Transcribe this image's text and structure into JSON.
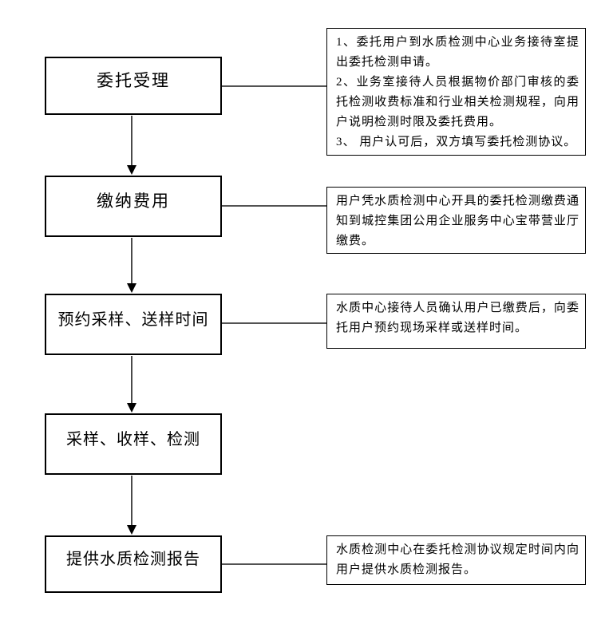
{
  "page": {
    "background_color": "#ffffff",
    "text_color": "#000000",
    "box_border_color": "#000000",
    "arrow_line_color": "#4a4a4a",
    "connector_line_color": "#1a1a1a"
  },
  "flowchart": {
    "steps": [
      {
        "label": "委托受理",
        "notes": [
          "1、委托用户到水质检测中心业务接待室提出委托检测申请。",
          "2、业务室接待人员根据物价部门审核的委托检测收费标准和行业相关检测规程，向用户说明检测时限及委托费用。",
          "3、 用户认可后，双方填写委托检测协议。"
        ]
      },
      {
        "label": "缴纳费用",
        "notes": [
          "用户凭水质检测中心开具的委托检测缴费通知到城控集团公用企业服务中心宝带营业厅缴费。"
        ]
      },
      {
        "label": "预约采样、送样时间",
        "notes": [
          "水质中心接待人员确认用户已缴费后，向委托用户预约现场采样或送样时间。"
        ]
      },
      {
        "label": "采样、收样、检测",
        "notes": []
      },
      {
        "label": "提供水质检测报告",
        "notes": [
          "水质检测中心在委托检测协议规定时间内向用户提供水质检测报告。"
        ]
      }
    ]
  }
}
